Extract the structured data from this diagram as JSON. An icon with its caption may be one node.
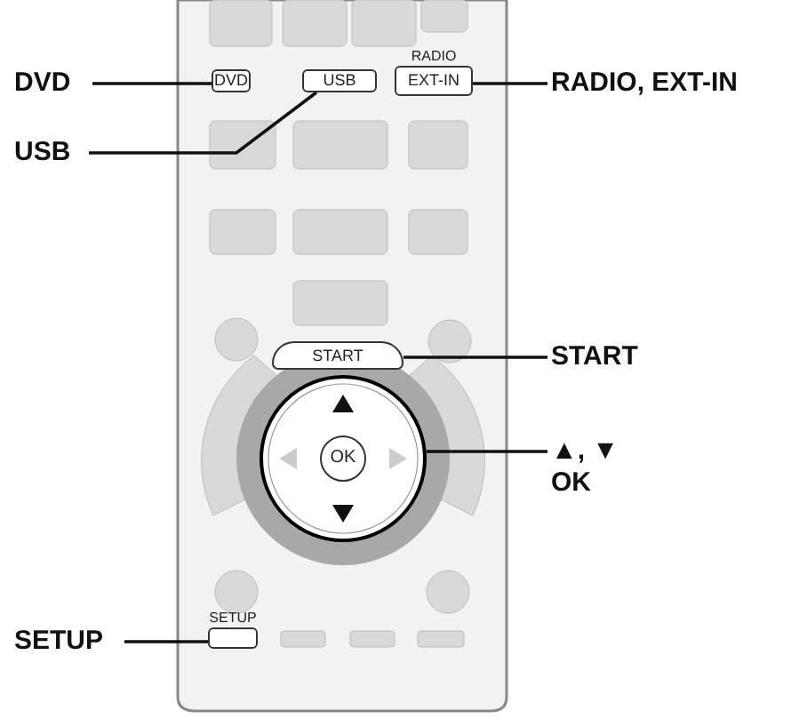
{
  "diagram": {
    "nodes": [
      {
        "text": [
          "DVD"
        ]
      },
      {
        "text": [
          "USB"
        ]
      },
      {
        "text": [
          "RADIO, EXT-IN"
        ]
      },
      {
        "text": [
          "START"
        ]
      },
      {
        "text": [
          "▲, ▼",
          "OK"
        ]
      },
      {
        "text": [
          "SETUP"
        ]
      },
      {
        "text": [
          "DVD"
        ]
      },
      {
        "text": [
          "USB"
        ]
      },
      {
        "text": [
          "RADIO",
          "EXT-IN"
        ]
      },
      {
        "text": [
          "START"
        ]
      },
      {
        "text": [],
        "shape": "circle"
      },
      {
        "text": [
          "OK"
        ],
        "in": 10
      },
      {
        "text": [
          "SETUP"
        ]
      }
    ],
    "edges": [
      {
        "from": 0,
        "to": 6,
        "arrow": "none"
      },
      {
        "from": 1,
        "to": 7,
        "arrow": "none"
      },
      {
        "from": 2,
        "to": 8,
        "arrow": "none"
      },
      {
        "from": 3,
        "to": 9,
        "arrow": "none"
      },
      {
        "from": 4,
        "to": 10,
        "arrow": "none"
      },
      {
        "from": 5,
        "to": 12,
        "arrow": "none"
      }
    ]
  }
}
